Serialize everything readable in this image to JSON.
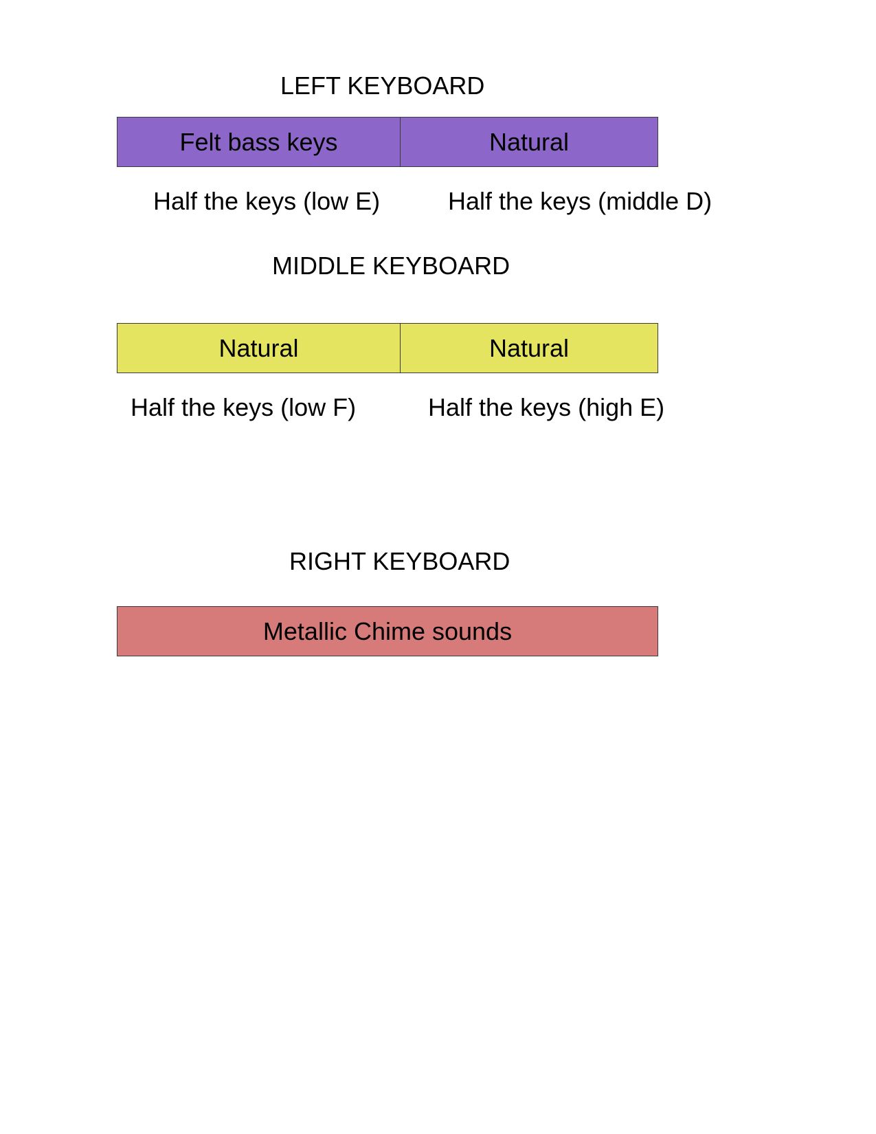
{
  "colors": {
    "left_keyboard": "#8c67c9",
    "middle_keyboard": "#e4e461",
    "right_keyboard": "#d77b7a",
    "border": "#3a3a3a"
  },
  "left_keyboard": {
    "title": "LEFT KEYBOARD",
    "segments": [
      "Felt bass keys",
      "Natural"
    ],
    "captions": [
      "Half the keys (low E)",
      "Half the keys (middle D)"
    ]
  },
  "middle_keyboard": {
    "title": "MIDDLE KEYBOARD",
    "segments": [
      "Natural",
      "Natural"
    ],
    "captions": [
      "Half the keys (low F)",
      "Half the keys (high E)"
    ]
  },
  "right_keyboard": {
    "title": "RIGHT KEYBOARD",
    "segments": [
      "Metallic Chime sounds"
    ]
  }
}
